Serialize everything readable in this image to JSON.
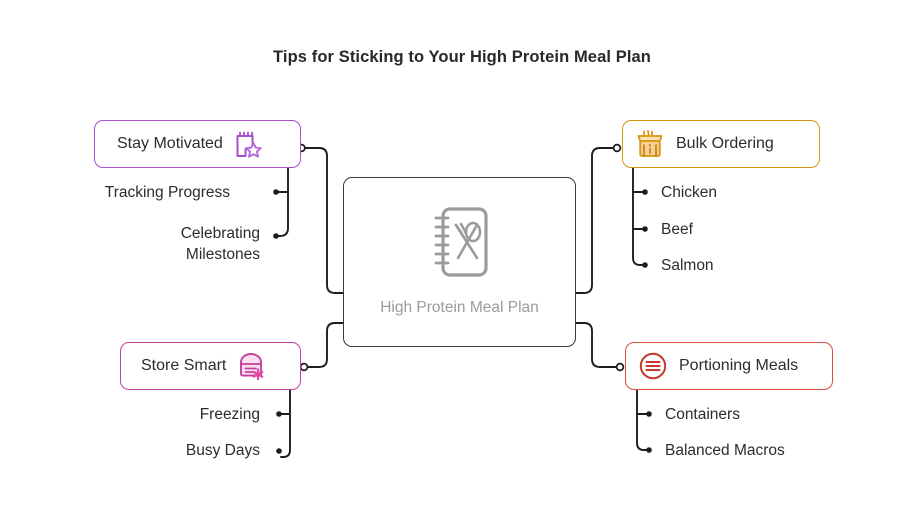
{
  "title": "Tips for Sticking to Your High Protein Meal Plan",
  "center": {
    "label": "High Protein Meal Plan",
    "icon": "recipe-book-icon",
    "border_color": "#3a3a3e",
    "text_color": "#9b9b9f"
  },
  "branches": [
    {
      "id": "stay-motivated",
      "label": "Stay Motivated",
      "icon": "notepad-star-icon",
      "color": "#a94fcf",
      "side": "left",
      "children": [
        {
          "label": "Tracking Progress"
        },
        {
          "label": "Celebrating Milestones"
        }
      ]
    },
    {
      "id": "bulk-ordering",
      "label": "Bulk Ordering",
      "icon": "market-stall-icon",
      "color": "#d8960f",
      "side": "right",
      "children": [
        {
          "label": "Chicken"
        },
        {
          "label": "Beef"
        },
        {
          "label": "Salmon"
        }
      ]
    },
    {
      "id": "store-smart",
      "label": "Store Smart",
      "icon": "storage-container-snowflake-icon",
      "color": "#c0419c",
      "side": "left",
      "children": [
        {
          "label": "Freezing"
        },
        {
          "label": "Busy Days"
        }
      ]
    },
    {
      "id": "portioning-meals",
      "label": "Portioning Meals",
      "icon": "menu-circle-icon",
      "color": "#d94f42",
      "side": "right",
      "children": [
        {
          "label": "Containers"
        },
        {
          "label": "Balanced Macros"
        }
      ]
    }
  ],
  "connector_color": "#1d1d1f",
  "background_color": "#ffffff"
}
